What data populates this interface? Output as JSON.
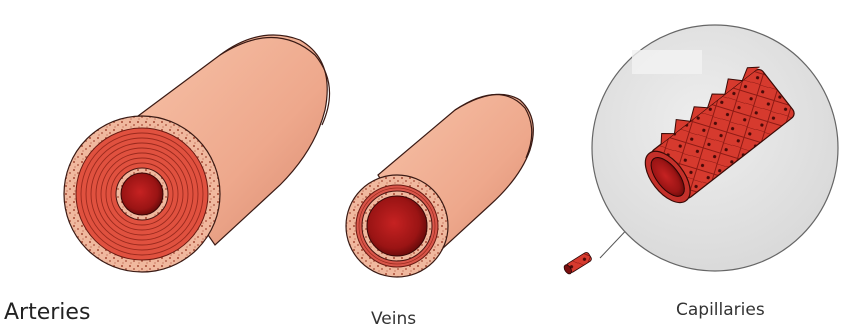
{
  "labels": {
    "arteries": "Arteries",
    "veins": "Veins",
    "capillaries": "Capillaries"
  },
  "colors": {
    "vessel_skin_light": "#f3b49a",
    "vessel_skin_dark": "#d98a70",
    "muscle_red": "#d94a3e",
    "lumen_dark": "#7a0f0f",
    "lumen_mid": "#b81c1c",
    "speckle_ring": "#c8806a",
    "magnifier_fill": "#e6e6e6",
    "capillary_cells": "#d63a2e"
  }
}
